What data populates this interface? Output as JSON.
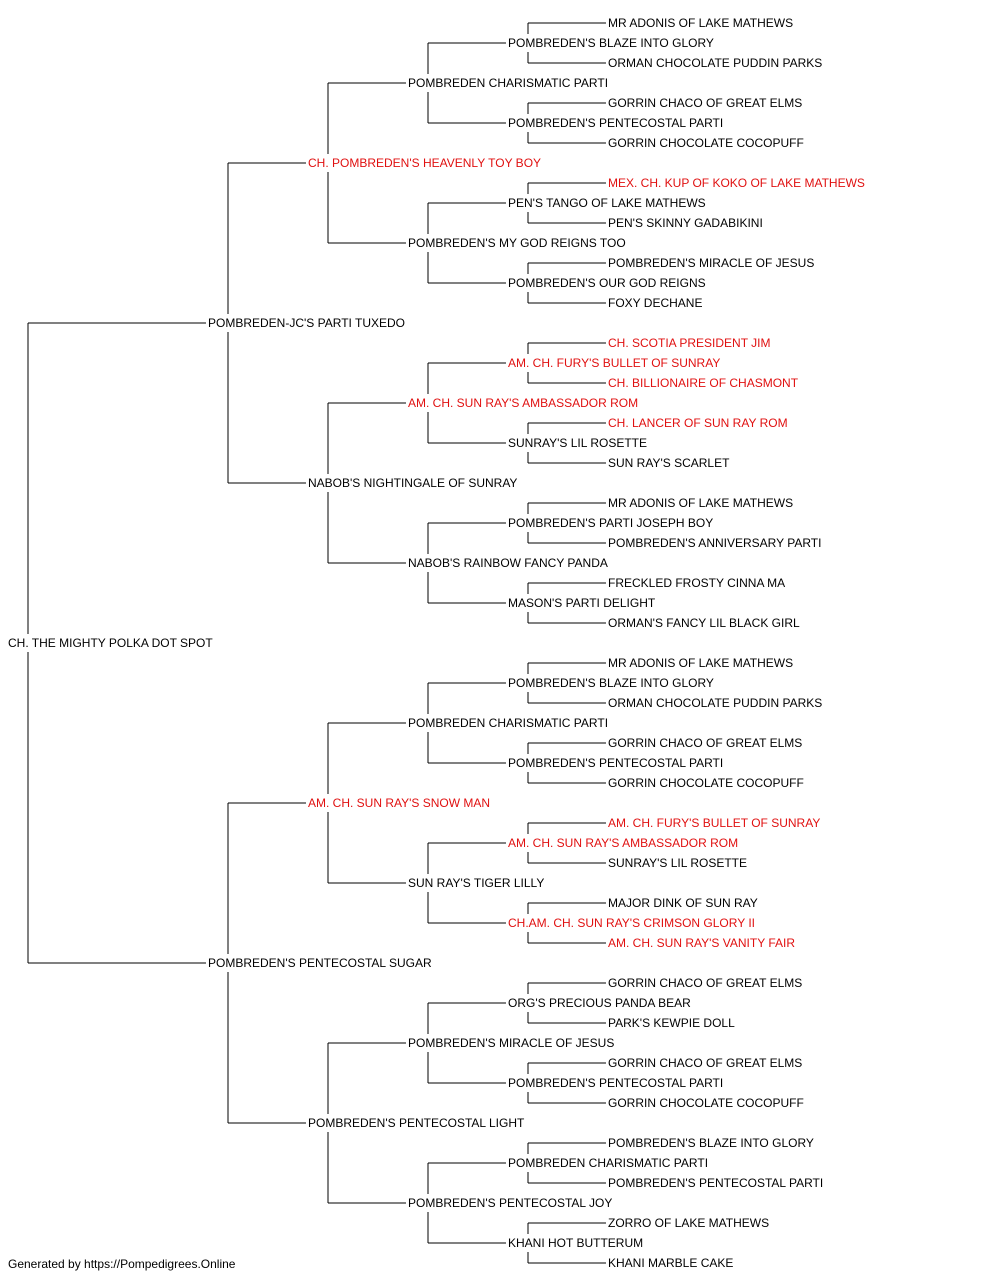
{
  "colors": {
    "line": "#000000",
    "text": "#000000",
    "champion": "#e01010",
    "background": "#ffffff"
  },
  "pedigree": {
    "name": "CH. THE MIGHTY POLKA DOT SPOT",
    "champion": false,
    "sire": {
      "name": "POMBREDEN-JC'S PARTI TUXEDO",
      "champion": false,
      "sire": {
        "name": "CH. POMBREDEN'S HEAVENLY TOY BOY",
        "champion": true,
        "sire": {
          "name": "POMBREDEN CHARISMATIC PARTI",
          "champion": false,
          "sire": {
            "name": "POMBREDEN'S BLAZE INTO GLORY",
            "champion": false,
            "sire": {
              "name": "MR ADONIS OF LAKE MATHEWS",
              "champion": false
            },
            "dam": {
              "name": "ORMAN CHOCOLATE PUDDIN PARKS",
              "champion": false
            }
          },
          "dam": {
            "name": "POMBREDEN'S PENTECOSTAL PARTI",
            "champion": false,
            "sire": {
              "name": "GORRIN CHACO OF GREAT ELMS",
              "champion": false
            },
            "dam": {
              "name": "GORRIN CHOCOLATE COCOPUFF",
              "champion": false
            }
          }
        },
        "dam": {
          "name": "POMBREDEN'S MY GOD REIGNS TOO",
          "champion": false,
          "sire": {
            "name": "PEN'S TANGO OF LAKE MATHEWS",
            "champion": false,
            "sire": {
              "name": "MEX. CH. KUP OF KOKO OF LAKE MATHEWS",
              "champion": true
            },
            "dam": {
              "name": "PEN'S SKINNY GADABIKINI",
              "champion": false
            }
          },
          "dam": {
            "name": "POMBREDEN'S OUR GOD REIGNS",
            "champion": false,
            "sire": {
              "name": "POMBREDEN'S MIRACLE OF JESUS",
              "champion": false
            },
            "dam": {
              "name": "FOXY DECHANE",
              "champion": false
            }
          }
        }
      },
      "dam": {
        "name": "NABOB'S NIGHTINGALE OF SUNRAY",
        "champion": false,
        "sire": {
          "name": "AM. CH. SUN RAY'S AMBASSADOR ROM",
          "champion": true,
          "sire": {
            "name": "AM. CH. FURY'S BULLET OF SUNRAY",
            "champion": true,
            "sire": {
              "name": "CH. SCOTIA PRESIDENT JIM",
              "champion": true
            },
            "dam": {
              "name": "CH. BILLIONAIRE OF CHASMONT",
              "champion": true
            }
          },
          "dam": {
            "name": "SUNRAY'S LIL ROSETTE",
            "champion": false,
            "sire": {
              "name": "CH. LANCER OF SUN RAY ROM",
              "champion": true
            },
            "dam": {
              "name": "SUN RAY'S SCARLET",
              "champion": false
            }
          }
        },
        "dam": {
          "name": "NABOB'S RAINBOW FANCY PANDA",
          "champion": false,
          "sire": {
            "name": "POMBREDEN'S PARTI JOSEPH BOY",
            "champion": false,
            "sire": {
              "name": "MR ADONIS OF LAKE MATHEWS",
              "champion": false
            },
            "dam": {
              "name": "POMBREDEN'S ANNIVERSARY PARTI",
              "champion": false
            }
          },
          "dam": {
            "name": "MASON'S PARTI DELIGHT",
            "champion": false,
            "sire": {
              "name": "FRECKLED FROSTY CINNA MA",
              "champion": false
            },
            "dam": {
              "name": "ORMAN'S FANCY LIL BLACK GIRL",
              "champion": false
            }
          }
        }
      }
    },
    "dam": {
      "name": "POMBREDEN'S PENTECOSTAL SUGAR",
      "champion": false,
      "sire": {
        "name": "AM. CH. SUN RAY'S SNOW MAN",
        "champion": true,
        "sire": {
          "name": "POMBREDEN CHARISMATIC PARTI",
          "champion": false,
          "sire": {
            "name": "POMBREDEN'S BLAZE INTO GLORY",
            "champion": false,
            "sire": {
              "name": "MR ADONIS OF LAKE MATHEWS",
              "champion": false
            },
            "dam": {
              "name": "ORMAN CHOCOLATE PUDDIN PARKS",
              "champion": false
            }
          },
          "dam": {
            "name": "POMBREDEN'S PENTECOSTAL PARTI",
            "champion": false,
            "sire": {
              "name": "GORRIN CHACO OF GREAT ELMS",
              "champion": false
            },
            "dam": {
              "name": "GORRIN CHOCOLATE COCOPUFF",
              "champion": false
            }
          }
        },
        "dam": {
          "name": "SUN RAY'S TIGER LILLY",
          "champion": false,
          "sire": {
            "name": "AM. CH. SUN RAY'S AMBASSADOR ROM",
            "champion": true,
            "sire": {
              "name": "AM. CH. FURY'S BULLET OF SUNRAY",
              "champion": true
            },
            "dam": {
              "name": "SUNRAY'S LIL ROSETTE",
              "champion": false
            }
          },
          "dam": {
            "name": "CH.AM. CH. SUN RAY'S CRIMSON GLORY II",
            "champion": true,
            "sire": {
              "name": "MAJOR DINK OF SUN RAY",
              "champion": false
            },
            "dam": {
              "name": "AM. CH. SUN RAY'S VANITY FAIR",
              "champion": true
            }
          }
        }
      },
      "dam": {
        "name": "POMBREDEN'S PENTECOSTAL LIGHT",
        "champion": false,
        "sire": {
          "name": "POMBREDEN'S MIRACLE OF JESUS",
          "champion": false,
          "sire": {
            "name": "ORG'S PRECIOUS PANDA BEAR",
            "champion": false,
            "sire": {
              "name": "GORRIN CHACO OF GREAT ELMS",
              "champion": false
            },
            "dam": {
              "name": "PARK'S KEWPIE DOLL",
              "champion": false
            }
          },
          "dam": {
            "name": "POMBREDEN'S PENTECOSTAL PARTI",
            "champion": false,
            "sire": {
              "name": "GORRIN CHACO OF GREAT ELMS",
              "champion": false
            },
            "dam": {
              "name": "GORRIN CHOCOLATE COCOPUFF",
              "champion": false
            }
          }
        },
        "dam": {
          "name": "POMBREDEN'S PENTECOSTAL JOY",
          "champion": false,
          "sire": {
            "name": "POMBREDEN CHARISMATIC PARTI",
            "champion": false,
            "sire": {
              "name": "POMBREDEN'S BLAZE INTO GLORY",
              "champion": false
            },
            "dam": {
              "name": "POMBREDEN'S PENTECOSTAL PARTI",
              "champion": false
            }
          },
          "dam": {
            "name": "KHANI HOT BUTTERUM",
            "champion": false,
            "sire": {
              "name": "ZORRO OF LAKE MATHEWS",
              "champion": false
            },
            "dam": {
              "name": "KHANI MARBLE CAKE",
              "champion": false
            }
          }
        }
      }
    }
  },
  "footer": "Generated by https://Pompedigrees.Online"
}
